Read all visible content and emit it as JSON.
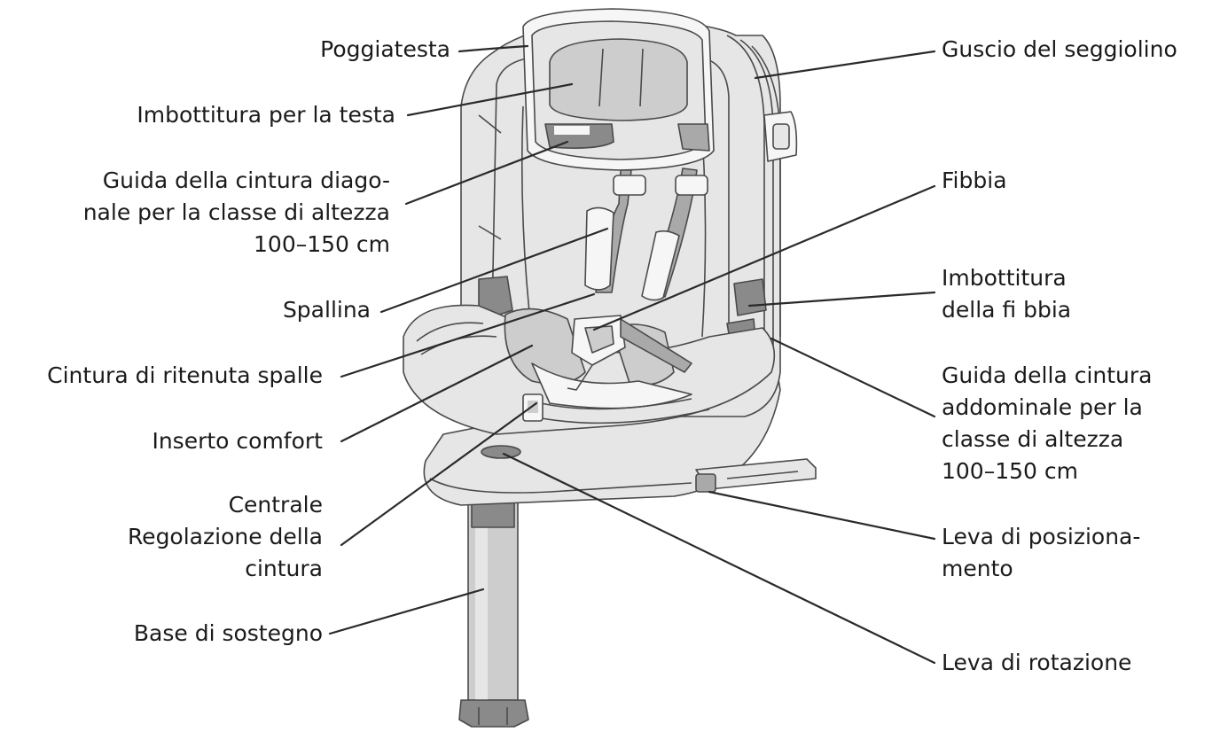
{
  "labels": {
    "headrest": "Poggiatesta",
    "head_padding": "Imbottitura per la testa",
    "diagonal_belt_guide": "Guida della cintura diago-\nnale per la classe di altezza\n100–150 cm",
    "shoulder_pad": "Spallina",
    "shoulder_harness": "Cintura di ritenuta spalle",
    "comfort_insert": "Inserto comfort",
    "central_belt_adjust": "Centrale\nRegolazione della\ncintura",
    "support_leg": "Base di sostegno",
    "seat_shell": "Guscio del seggiolino",
    "buckle": "Fibbia",
    "buckle_pad": "Imbottitura\ndella fi bbia",
    "lap_belt_guide": "Guida della cintura\naddominale per la\nclasse di altezza\n100–150 cm",
    "positioning_lever": "Leva di posiziona-\nmento",
    "rotation_lever": "Leva di rotazione"
  },
  "colors": {
    "line": "#2a2a2a",
    "text": "#1b1b1b",
    "seat_light": "#e6e6e6",
    "seat_mid": "#cdcdcd",
    "seat_dark": "#a9a9a9"
  }
}
